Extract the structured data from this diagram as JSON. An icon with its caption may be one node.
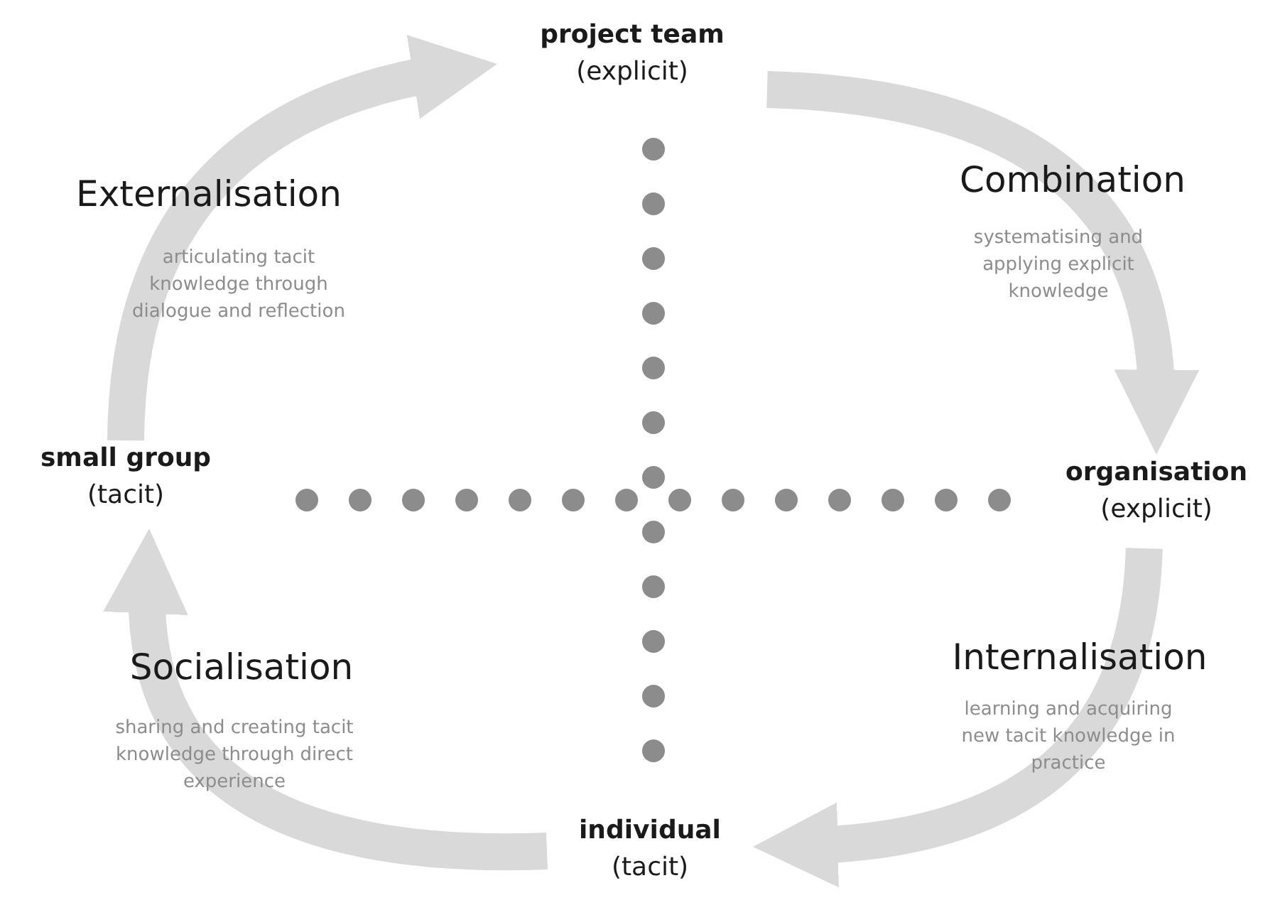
{
  "diagram": {
    "nodes": [
      {
        "text": [
          "project team",
          "(explicit)"
        ]
      },
      {
        "text": [
          "small group",
          "(tacit)"
        ]
      },
      {
        "text": [
          "organisation",
          "(explicit)"
        ]
      },
      {
        "text": [
          "individual",
          "(tacit)"
        ]
      }
    ],
    "edges": [
      {
        "from": 1,
        "to": 0,
        "arrow": "to"
      },
      {
        "from": 0,
        "to": 2,
        "arrow": "to"
      },
      {
        "from": 2,
        "to": 3,
        "arrow": "to"
      },
      {
        "from": 3,
        "to": 1,
        "arrow": "to"
      }
    ],
    "labels": [
      "Externalisation",
      "articulating tacit knowledge through dialogue and reflection",
      "Combination",
      "systematising and applying explicit knowledge",
      "Socialisation",
      "sharing and creating tacit knowledge through direct experience",
      "Internalisation",
      "learning and acquiring new tacit knowledge in practice"
    ]
  }
}
